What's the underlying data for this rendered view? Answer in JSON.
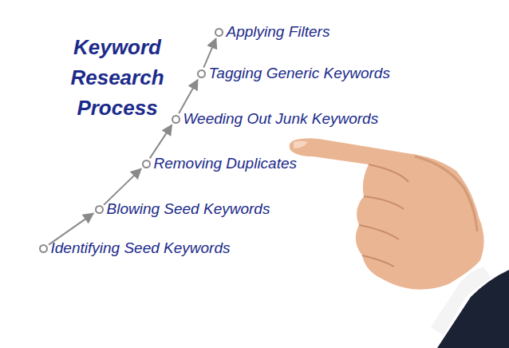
{
  "diagram": {
    "title": "Keyword Research Process",
    "nodes": [
      {
        "text": [
          "Identifying Seed Keywords"
        ]
      },
      {
        "text": [
          "Blowing Seed Keywords"
        ]
      },
      {
        "text": [
          "Removing Duplicates"
        ]
      },
      {
        "text": [
          "Weeding Out Junk Keywords"
        ]
      },
      {
        "text": [
          "Tagging Generic Keywords"
        ]
      },
      {
        "text": [
          "Applying Filters"
        ]
      }
    ],
    "edges": [
      {
        "from": 0,
        "to": 1,
        "arrow": "to"
      },
      {
        "from": 1,
        "to": 2,
        "arrow": "to"
      },
      {
        "from": 2,
        "to": 3,
        "arrow": "to"
      },
      {
        "from": 3,
        "to": 4,
        "arrow": "to"
      },
      {
        "from": 4,
        "to": 5,
        "arrow": "to"
      }
    ]
  }
}
